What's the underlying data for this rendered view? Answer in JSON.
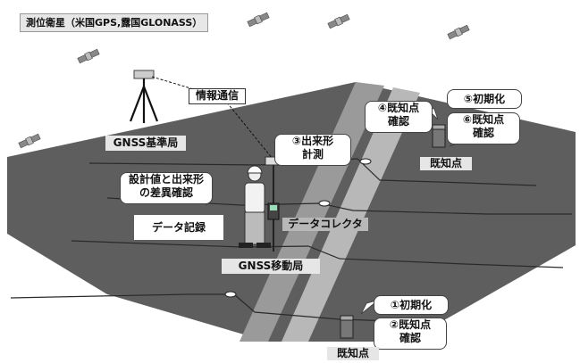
{
  "title": "測位衛星（米国GPS,露国GLONASS）",
  "labels": {
    "info_comm": "情報通信",
    "gnss_base": "GNSS基準局",
    "gnss_rover": "GNSS移動局",
    "data_collector": "データコレクタ",
    "data_record": "データ記録",
    "design_check_1": "設計値と出来形",
    "design_check_2": "の差異確認",
    "step3_1": "③出来形",
    "step3_2": "計測",
    "step4_1": "④既知点",
    "step4_2": "確認",
    "step5": "⑤初期化",
    "step6_1": "⑥既知点",
    "step6_2": "確認",
    "known_point_top": "既知点",
    "step1": "①初期化",
    "step2_1": "②既知点",
    "step2_2": "確認",
    "known_point_bottom": "既知点"
  },
  "icons": [
    "satellite-icon",
    "tripod-antenna-icon",
    "surveyor-icon",
    "known-point-marker-icon"
  ],
  "colors": {
    "field": "#5e5e5e",
    "slope": "#9a9a9a",
    "road": "#b9b9b9",
    "line": "#333333"
  }
}
